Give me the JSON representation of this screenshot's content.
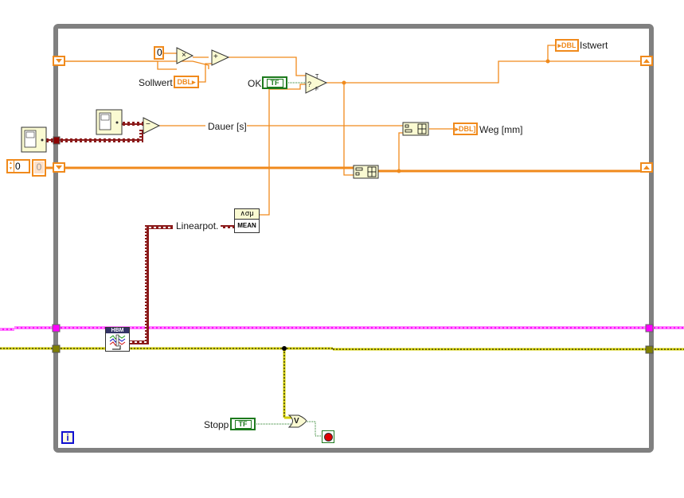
{
  "diagram": {
    "type": "LabVIEW block diagram",
    "structure": "while-loop",
    "colors": {
      "loop_border": "#808080",
      "dbl_wire": "#f08a1c",
      "bool_wire": "#1d7a1d",
      "cluster_wire": "#8b1a1a",
      "task_wire": "#ff00ff",
      "error_wire": "#d4d000",
      "shift_reg": "#f08a1c",
      "stop_red": "#e00000",
      "info_blue": "#1010d0"
    }
  },
  "constants": {
    "multiply_const": "0",
    "init_numeric": "0",
    "init_shift_const": "0"
  },
  "labels": {
    "sollwert": "Sollwert",
    "ok": "OK",
    "dauer": "Dauer [s]",
    "istwert": "Istwert",
    "weg": "Weg [mm]",
    "linearpot": "Linearpot.",
    "stopp": "Stopp"
  },
  "terminals": {
    "dbl": "DBL",
    "tf": "TF"
  },
  "nodes": {
    "multiply": "×",
    "add": "+",
    "subtract": "−",
    "select_t": "T",
    "select_f": "F",
    "select_q": "?",
    "or": "V",
    "mean_top": "∧σμ",
    "mean_bottom": "MEAN",
    "hbm_header": "HBM",
    "info": "i"
  }
}
